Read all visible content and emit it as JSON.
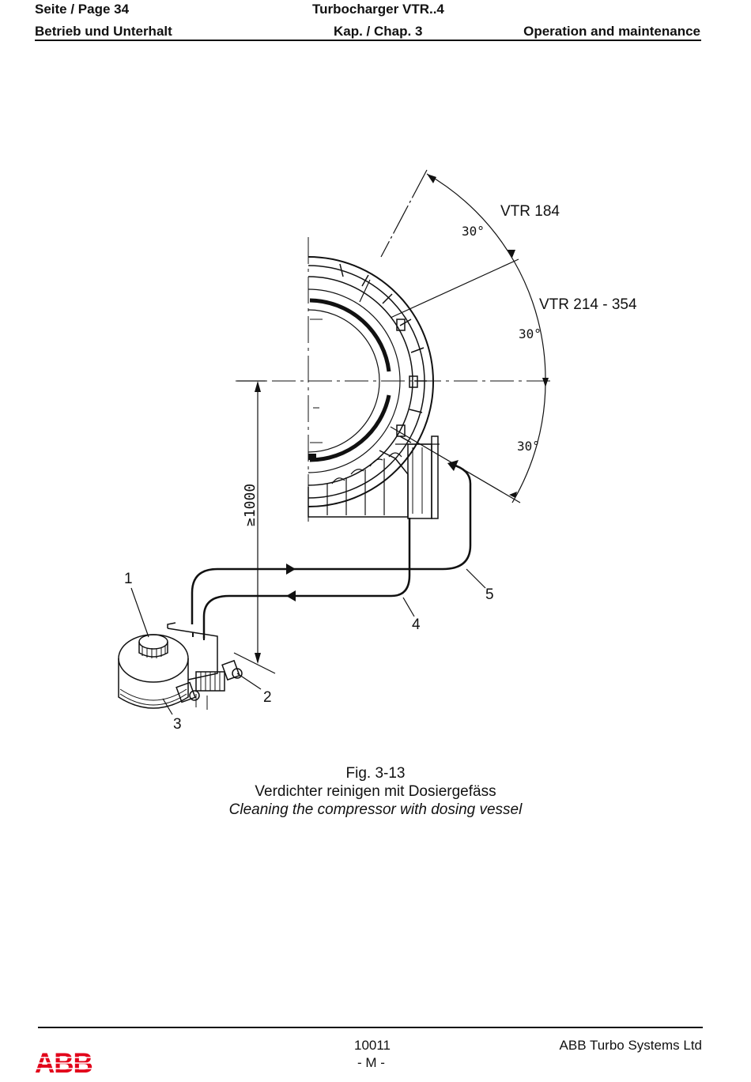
{
  "header": {
    "page": "Seite / Page  34",
    "title": "Turbocharger VTR..4",
    "section_de": "Betrieb und Unterhalt",
    "chapter": "Kap. / Chap. 3",
    "section_en": "Operation and maintenance"
  },
  "figure": {
    "label_vtr184": "VTR 184",
    "label_vtr214": "VTR 214 - 354",
    "angle_1": "30°",
    "angle_2": "30°",
    "angle_3": "30°",
    "distance": "≥1000",
    "callout_1": "1",
    "callout_2": "2",
    "callout_3": "3",
    "callout_4": "4",
    "callout_5": "5"
  },
  "caption": {
    "number": "Fig. 3-13",
    "title_de": "Verdichter reinigen mit Dosiergefäss",
    "title_en": "Cleaning the compressor with dosing vessel"
  },
  "footer": {
    "doc_number": "10011",
    "revision": "- M -",
    "company": "ABB Turbo Systems Ltd",
    "logo_text": "ABB",
    "logo_color": "#e2001a"
  }
}
